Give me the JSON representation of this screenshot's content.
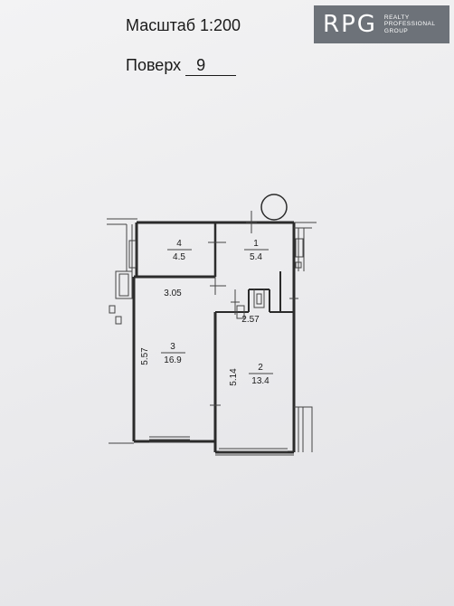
{
  "header": {
    "scale": "Масштаб 1:200",
    "floor_label": "Поверх",
    "floor_number": "9"
  },
  "logo": {
    "mark": "RPG",
    "line1": "REALTY",
    "line2": "PROFESSIONAL",
    "line3": "GROUP",
    "background": "#6d7279"
  },
  "rooms": [
    {
      "number": "1",
      "area": "5.4"
    },
    {
      "number": "2",
      "area": "13.4"
    },
    {
      "number": "3",
      "area": "16.9"
    },
    {
      "number": "4",
      "area": "4.5"
    }
  ],
  "dimensions": {
    "hall_width": "3.05",
    "corridor_width": "2.57",
    "room3_length": "5.57",
    "room2_length": "5.14"
  },
  "colors": {
    "wall": "#2b2b2b",
    "paper": "#efeff1"
  }
}
